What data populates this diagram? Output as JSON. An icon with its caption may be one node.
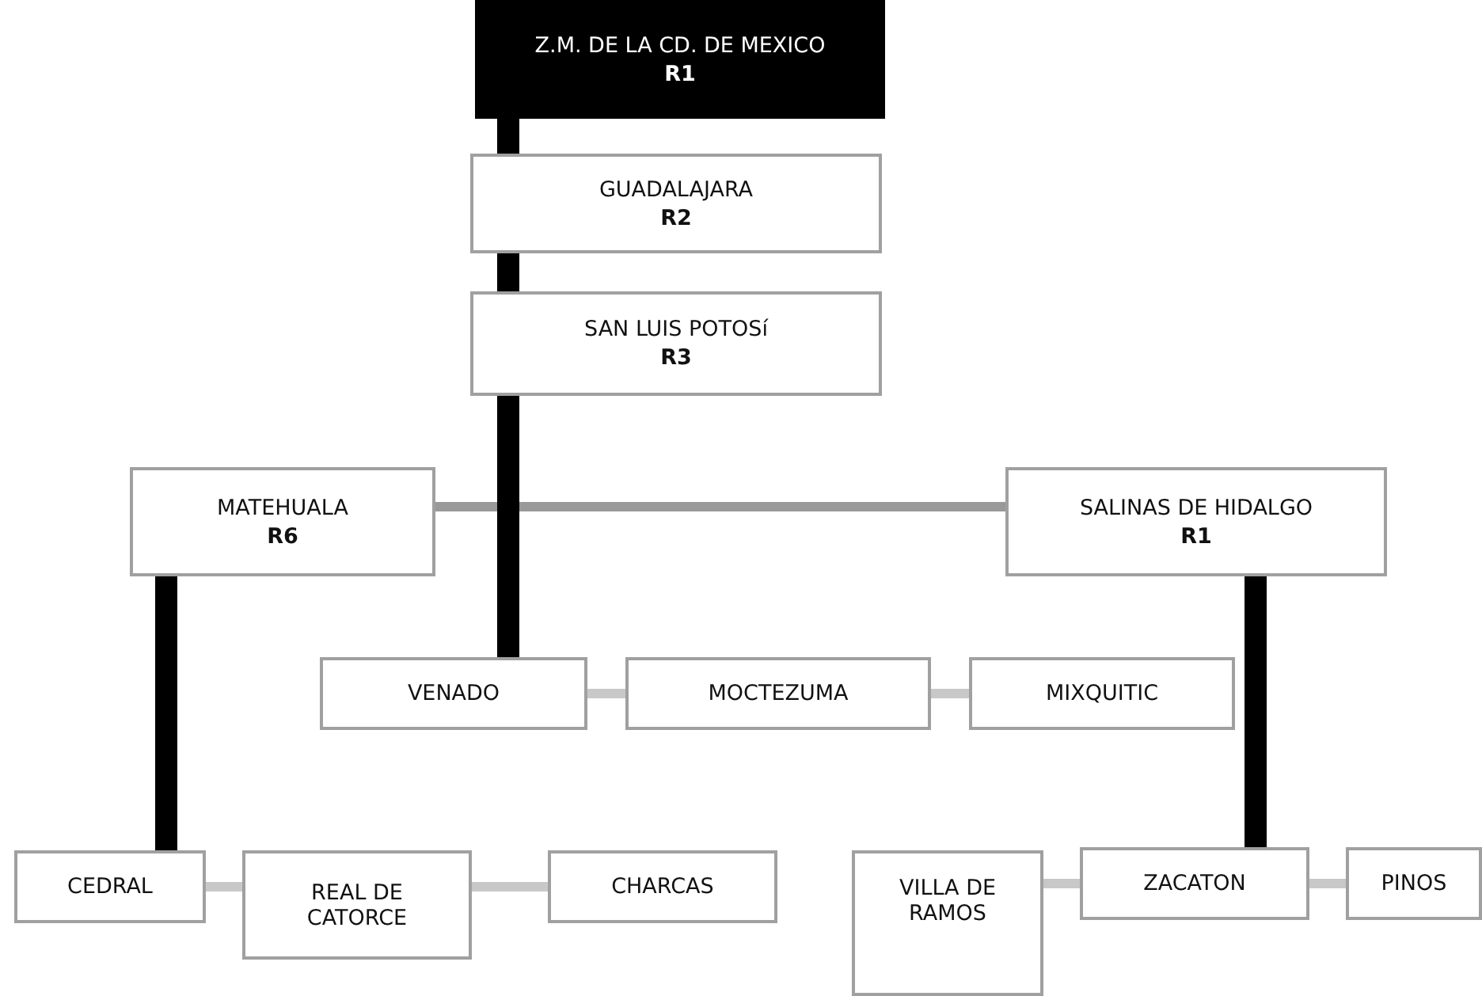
{
  "diagram": {
    "nodes": [
      {
        "text": [
          "Z.M. DE LA CD. DE MEXICO",
          "R1"
        ]
      },
      {
        "text": [
          "GUADALAJARA",
          "R2"
        ]
      },
      {
        "text": [
          "SAN LUIS POTOSí",
          "R3"
        ]
      },
      {
        "text": [
          "MATEHUALA",
          "R6"
        ]
      },
      {
        "text": [
          "SALINAS DE HIDALGO",
          "R1"
        ]
      },
      {
        "text": [
          "VENADO"
        ]
      },
      {
        "text": [
          "MOCTEZUMA"
        ]
      },
      {
        "text": [
          "MIXQUITIC"
        ]
      },
      {
        "text": [
          "CEDRAL"
        ]
      },
      {
        "text": [
          "REAL DE CATORCE"
        ]
      },
      {
        "text": [
          "CHARCAS"
        ]
      },
      {
        "text": [
          "VILLA DE RAMOS"
        ]
      },
      {
        "text": [
          "ZACATON"
        ]
      },
      {
        "text": [
          "PINOS"
        ]
      }
    ],
    "edges": [
      {
        "from": 3,
        "to": 4,
        "arrow": "none",
        "color": "#999999"
      },
      {
        "from": 0,
        "to": 1,
        "arrow": "none",
        "style": "thick",
        "color": "#000000"
      },
      {
        "from": 1,
        "to": 2,
        "arrow": "none",
        "style": "thick",
        "color": "#000000"
      },
      {
        "from": 2,
        "to": 5,
        "arrow": "none",
        "style": "thick",
        "color": "#000000"
      },
      {
        "from": 3,
        "to": 8,
        "arrow": "none",
        "style": "thick",
        "color": "#000000"
      },
      {
        "from": 4,
        "to": 12,
        "arrow": "none",
        "style": "thick",
        "color": "#000000"
      },
      {
        "from": 5,
        "to": 6,
        "arrow": "none"
      },
      {
        "from": 6,
        "to": 7,
        "arrow": "none"
      },
      {
        "from": 8,
        "to": 9,
        "arrow": "none"
      },
      {
        "from": 9,
        "to": 10,
        "arrow": "none"
      },
      {
        "from": 11,
        "to": 12,
        "arrow": "none"
      },
      {
        "from": 12,
        "to": 13,
        "arrow": "none"
      }
    ]
  }
}
